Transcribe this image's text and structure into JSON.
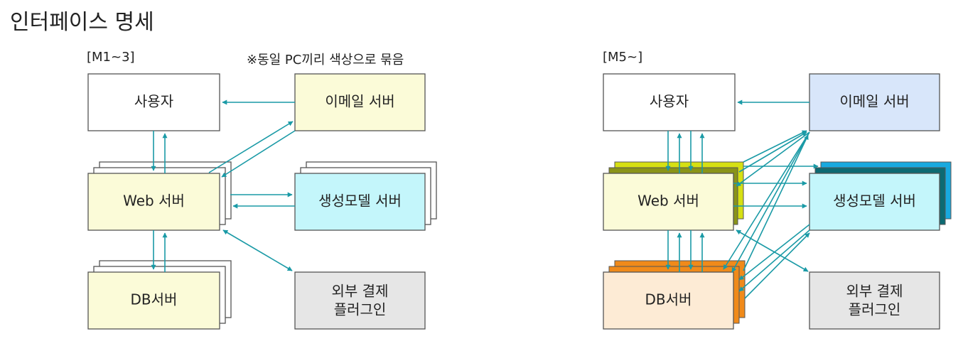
{
  "title": "인터페이스 명세",
  "left": {
    "label": "[M1~3]",
    "note": "※동일 PC끼리 색상으로 묶음",
    "nodes": {
      "user": "사용자",
      "email": "이메일 서버",
      "web": "Web 서버",
      "model": "생성모델 서버",
      "db": "DB서버",
      "payment": [
        "외부 결제",
        "플러그인"
      ]
    }
  },
  "right": {
    "label": "[M5~]",
    "nodes": {
      "user": "사용자",
      "email": "이메일 서버",
      "web": "Web 서버",
      "model": "생성모델 서버",
      "db": "DB서버",
      "payment": [
        "외부 결제",
        "플러그인"
      ]
    }
  },
  "colors": {
    "arrow": "#1a9aa6",
    "user_box": "#ffffff",
    "left_email_box": "#fbfbd8",
    "left_web_box": "#fbfbd8",
    "left_model_box": "#c4f6fb",
    "left_db_box": "#fbfbd8",
    "payment_box": "#e6e6e6",
    "right_email_box": "#d8e6fa",
    "right_web_box": "#fbfbd8",
    "right_web_stack_1": "#d6e012",
    "right_web_stack_2": "#8a9418",
    "right_model_box": "#c4f6fb",
    "right_model_stack_1": "#18a9df",
    "right_model_stack_2": "#0d6a72",
    "right_db_box": "#fdebd5",
    "right_db_stack": "#f08a1a"
  }
}
